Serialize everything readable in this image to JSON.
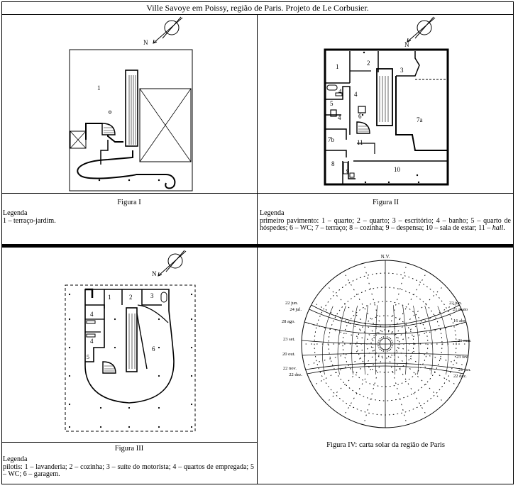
{
  "title": "Ville Savoye em Poissy, região de Paris. Projeto de Le Corbusier.",
  "north_label": "N",
  "legend_heading": "Legenda",
  "figures": [
    {
      "caption": "Figura I",
      "legend": "1 – terraço-jardim.",
      "room_labels": [
        "1"
      ]
    },
    {
      "caption": "Figura II",
      "legend_pre": "primeiro pavimento: 1 – quarto; 2 – quarto; 3 – escritório; 4 – banho; 5 – quarto de hóspedes; 6 – WC; 7 – terraço; 8 – cozinha; 9 – despensa; 10 – sala de estar; 11 – ",
      "legend_hall": "hall",
      "legend_post": ".",
      "room_labels": [
        "1",
        "2",
        "3",
        "4",
        "4",
        "5",
        "4",
        "6",
        "7a",
        "7b",
        "11",
        "8",
        "9",
        "10"
      ]
    },
    {
      "caption": "Figura III",
      "legend": "pilotis: 1 – lavanderia; 2 – cozinha; 3 – suíte do motorista; 4 – quartos de empregada; 5 – WC; 6 – garagem.",
      "room_labels": [
        "1",
        "2",
        "3",
        "4",
        "4",
        "5",
        "6"
      ]
    },
    {
      "caption": "Figura IV: carta solar da região de Paris"
    }
  ],
  "sun_chart": {
    "top_label": "N.V.",
    "left_dates": [
      "22 jun.",
      "24 jul.",
      "28 ago.",
      "23 set.",
      "20 out.",
      "22 nov.",
      "22 dez."
    ],
    "right_dates": [
      "22 jun.",
      "21 maio",
      "16 abr.",
      "21 mar.",
      "23 fev.",
      "21 jan.",
      "22 dez."
    ]
  }
}
